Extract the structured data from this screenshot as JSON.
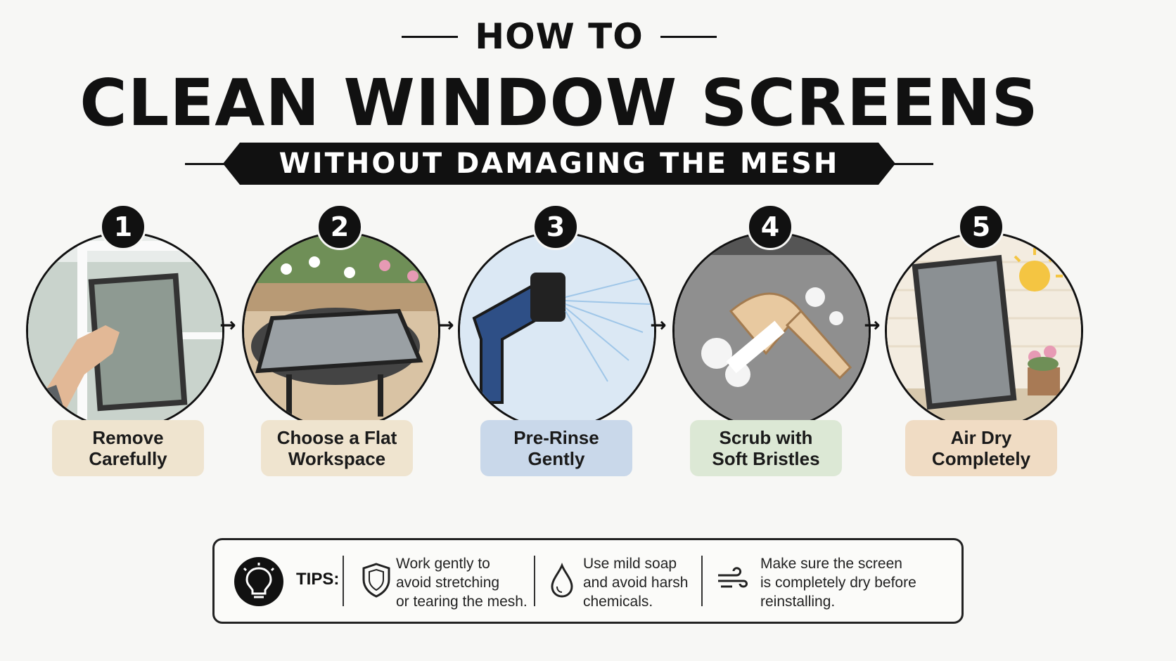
{
  "header": {
    "kicker": "HOW TO",
    "title": "CLEAN WINDOW SCREENS",
    "subtitle": "WITHOUT DAMAGING THE MESH"
  },
  "steps": [
    {
      "number": "1",
      "label": "Remove\nCarefully",
      "label_color": "#efe4cf",
      "scene": "window-removal"
    },
    {
      "number": "2",
      "label": "Choose a Flat\nWorkspace",
      "label_color": "#efe4cf",
      "scene": "patio-table"
    },
    {
      "number": "3",
      "label": "Pre-Rinse\nGently",
      "label_color": "#c9d8ea",
      "scene": "hose-spray"
    },
    {
      "number": "4",
      "label": "Scrub with\nSoft Bristles",
      "label_color": "#dce8d5",
      "scene": "brush-scrub"
    },
    {
      "number": "5",
      "label": "Air Dry\nCompletely",
      "label_color": "#f0dcc4",
      "scene": "sun-drying"
    }
  ],
  "arrow_glyph": "→",
  "tips": {
    "label": "TIPS:",
    "icon": "lightbulb-icon",
    "items": [
      {
        "icon": "shield-icon",
        "text": "Work gently to\navoid stretching\nor tearing the mesh."
      },
      {
        "icon": "water-drop-icon",
        "text": "Use mild soap\nand avoid harsh\nchemicals."
      },
      {
        "icon": "wind-icon",
        "text": "Make sure the screen\nis completely dry before\nreinstalling."
      }
    ]
  }
}
